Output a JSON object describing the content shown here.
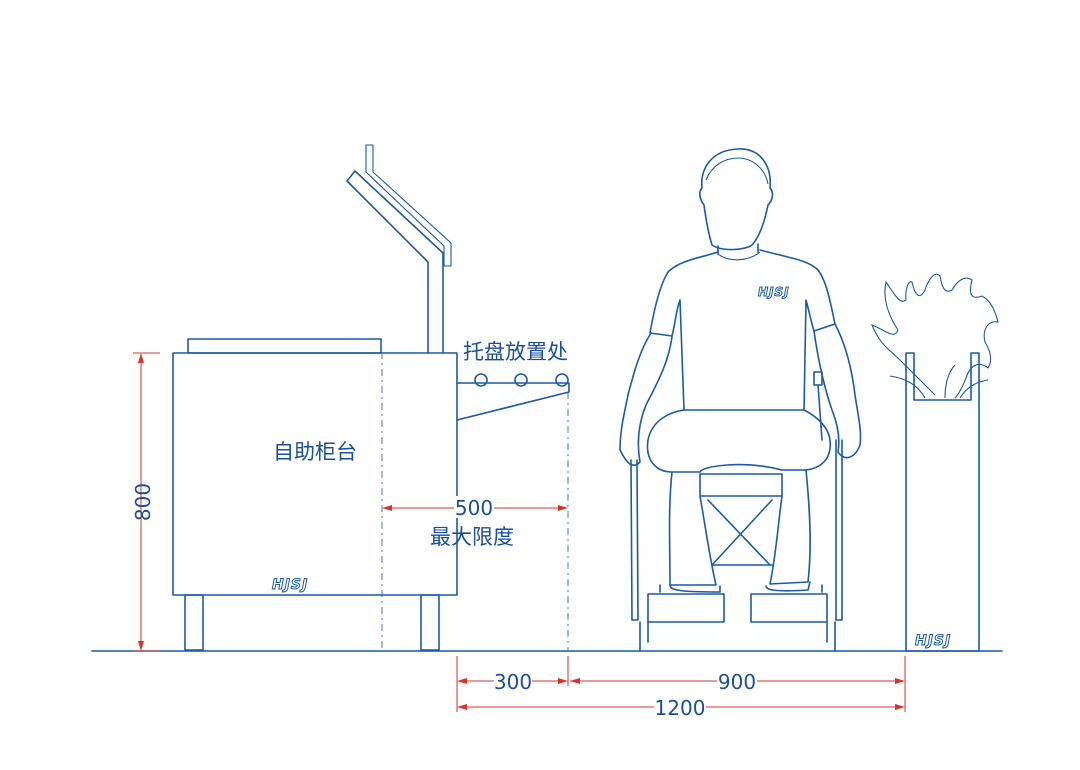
{
  "labels": {
    "tray_area": "托盘放置处",
    "self_service_counter": "自助柜台",
    "max_limit": "最大限度"
  },
  "dimensions": {
    "counter_height": "800",
    "tray_reach": "500",
    "under_counter_depth": "300",
    "wheelchair_clearance": "900",
    "total_clearance": "1200"
  },
  "logo": {
    "text": "HJSJ"
  },
  "colors": {
    "line": "#1a5aa6",
    "dimension": "#d8322b",
    "text": "#1a4f9c",
    "background": "#ffffff"
  }
}
